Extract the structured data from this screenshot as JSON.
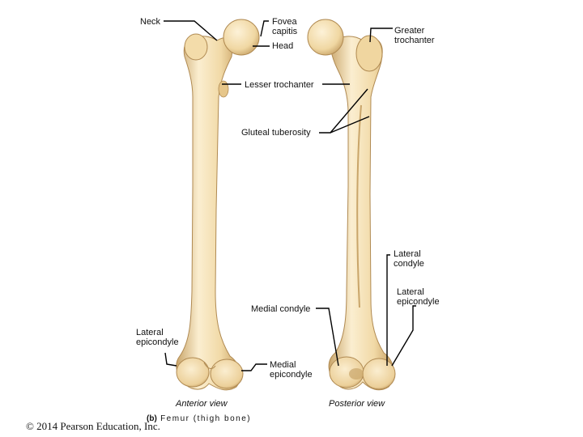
{
  "labels": {
    "neck": "Neck",
    "fovea_capitis": "Fovea\ncapitis",
    "head": "Head",
    "greater_trochanter": "Greater\ntrochanter",
    "lesser_trochanter": "Lesser trochanter",
    "gluteal_tuberosity": "Gluteal tuberosity",
    "lateral_condyle": "Lateral\ncondyle",
    "lateral_epicondyle_right": "Lateral\nepicondyle",
    "medial_condyle": "Medial condyle",
    "lateral_epicondyle_left": "Lateral\nepicondyle",
    "medial_epicondyle": "Medial\nepicondyle"
  },
  "views": {
    "anterior": "Anterior view",
    "posterior": "Posterior view"
  },
  "caption": {
    "part": "(b)",
    "title": "Femur (thigh bone)"
  },
  "copyright": "© 2014 Pearson Education, Inc.",
  "colors": {
    "bone": "#f1d9a6",
    "bone_shadow": "#c9a56a",
    "bone_highlight": "#fbeed0",
    "leader_line": "#000000"
  }
}
